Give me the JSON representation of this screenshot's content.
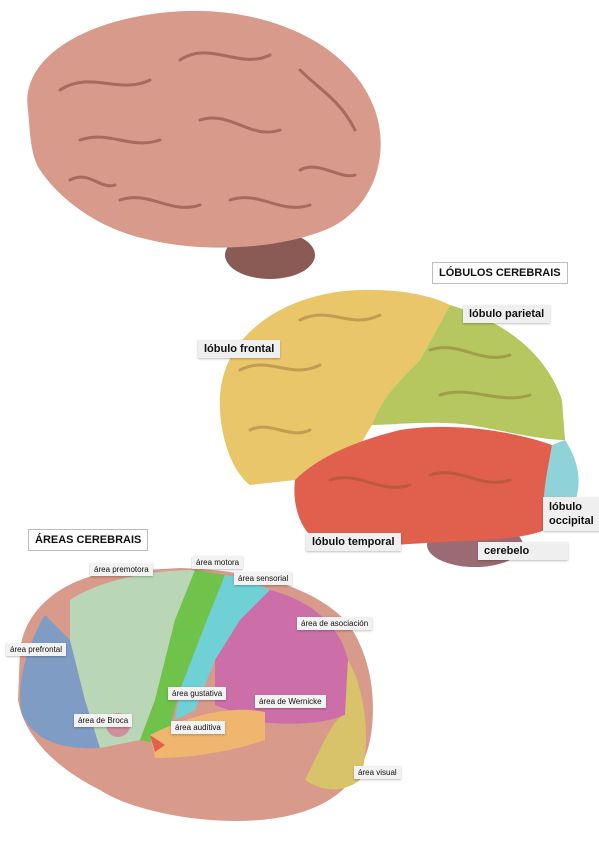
{
  "lobulos": {
    "title": "LÓBULOS CEREBRAIS",
    "frontal": "lóbulo frontal",
    "parietal": "lóbulo parietal",
    "occipital_1": "lóbulo",
    "occipital_2": "occipital",
    "temporal": "lóbulo temporal",
    "cerebelo": "cerebelo"
  },
  "areas": {
    "title": "ÁREAS CEREBRAIS",
    "premotora": "área premotora",
    "motora": "área motora",
    "sensorial": "área sensorial",
    "asociacion": "área de asociación",
    "prefrontal": "área prefrontal",
    "gustativa": "área gustativa",
    "wernicke": "área de Wernicke",
    "broca": "área de Broca",
    "auditiva": "área auditiva",
    "visual": "área visual"
  },
  "colors": {
    "brain": "#d89a8a",
    "frontal": "#e9c66a",
    "parietal": "#b5c75e",
    "temporal": "#e0604d",
    "occipital": "#8fd3d8",
    "cerebelo": "#9b6b73",
    "prefrontal": "#7f9cc4",
    "premotora": "#b9d7b6",
    "motora": "#6fc34a",
    "sensorial": "#6fd0d6",
    "asociacion": "#cc6fa8",
    "auditiva": "#f0b56e",
    "visual": "#d8c36a"
  }
}
